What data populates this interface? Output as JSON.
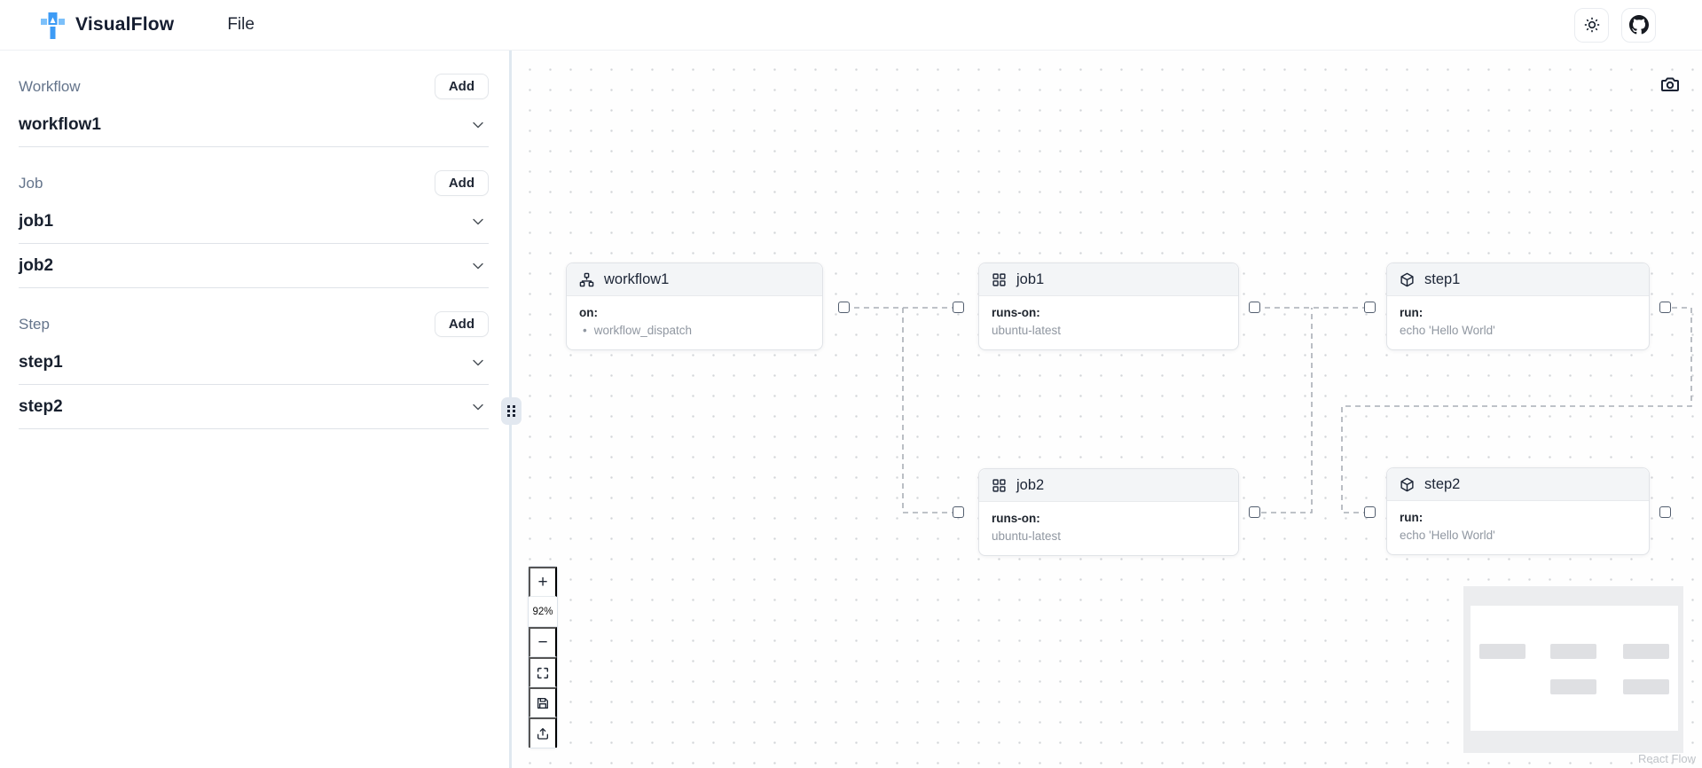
{
  "navbar": {
    "brand": "VisualFlow",
    "menu": [
      {
        "label": "File"
      }
    ]
  },
  "sidebar": {
    "sections": [
      {
        "label": "Workflow",
        "add_button": "Add",
        "items": [
          {
            "title": "workflow1"
          }
        ]
      },
      {
        "label": "Job",
        "add_button": "Add",
        "items": [
          {
            "title": "job1"
          },
          {
            "title": "job2"
          }
        ]
      },
      {
        "label": "Step",
        "add_button": "Add",
        "items": [
          {
            "title": "step1"
          },
          {
            "title": "step2"
          }
        ]
      }
    ]
  },
  "canvas": {
    "controls": {
      "zoom_in": "+",
      "zoom_level": "92%",
      "zoom_out": "−"
    },
    "nodes": [
      {
        "title": "workflow1",
        "icon": "sitemap-icon",
        "label": "on:",
        "bullet": "•",
        "value": "workflow_dispatch"
      },
      {
        "title": "job1",
        "icon": "grid-icon",
        "label": "runs-on:",
        "value": "ubuntu-latest"
      },
      {
        "title": "step1",
        "icon": "package-icon",
        "label": "run:",
        "value": "echo 'Hello World'"
      },
      {
        "title": "job2",
        "icon": "grid-icon",
        "label": "runs-on:",
        "value": "ubuntu-latest"
      },
      {
        "title": "step2",
        "icon": "package-icon",
        "label": "run:",
        "value": "echo 'Hello World'"
      }
    ],
    "attribution": "React Flow"
  },
  "colors": {
    "accent_blue": "#3d9bf5",
    "accent_blue_light": "#7cc0fa",
    "edge_gray": "#a9aeb6",
    "node_header_bg": "#f3f5f7",
    "row_border": "#dfe3e8",
    "sidebar_divider": "#dfe8f0"
  }
}
